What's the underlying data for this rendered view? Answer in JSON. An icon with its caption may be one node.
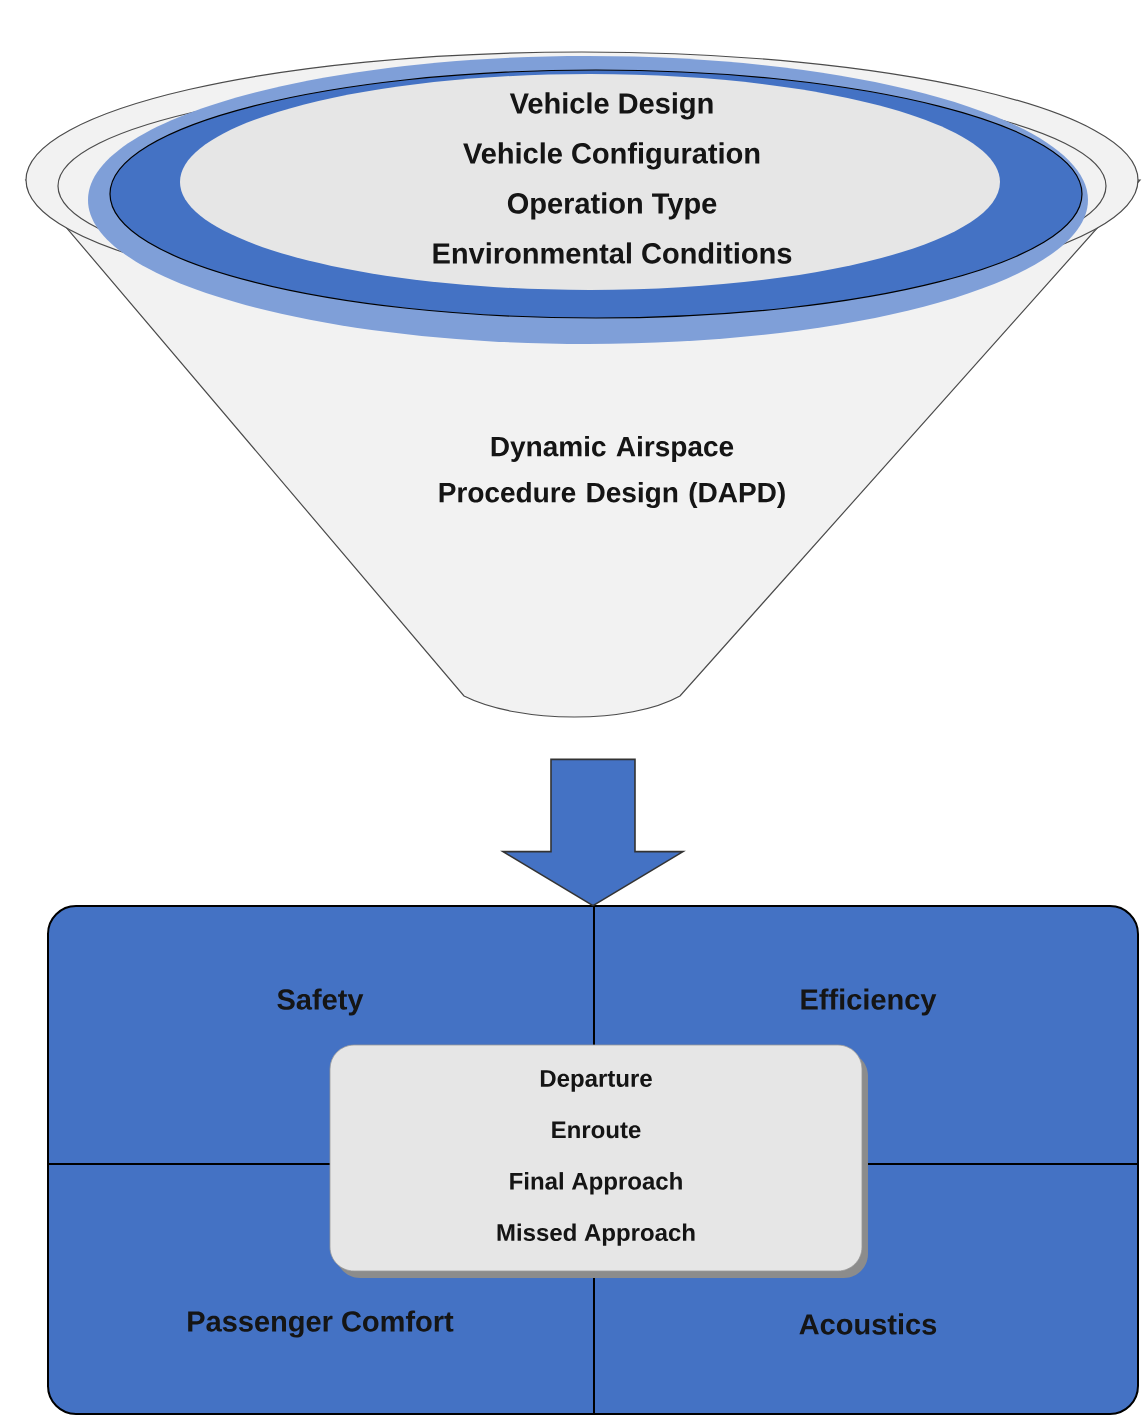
{
  "diagram": {
    "nodes": [
      {
        "text": [
          "Dynamic Airspace Procedure Design (DAPD)"
        ]
      },
      {
        "text": [
          "Vehicle Design",
          "Vehicle Configuration",
          "Operation Type",
          "Environmental Conditions"
        ]
      },
      {
        "text": [],
        "shape": "box"
      },
      {
        "text": [
          "Safety"
        ],
        "in": 2
      },
      {
        "text": [
          "Efficiency"
        ],
        "in": 2
      },
      {
        "text": [
          "Passenger Comfort"
        ],
        "in": 2
      },
      {
        "text": [
          "Acoustics"
        ],
        "in": 2
      },
      {
        "text": [
          "Departure",
          "Enroute",
          "Final Approach",
          "Missed Approach"
        ],
        "in": 2
      }
    ],
    "edges": [
      {
        "from": 0,
        "to": 2,
        "arrow": "to"
      }
    ]
  }
}
